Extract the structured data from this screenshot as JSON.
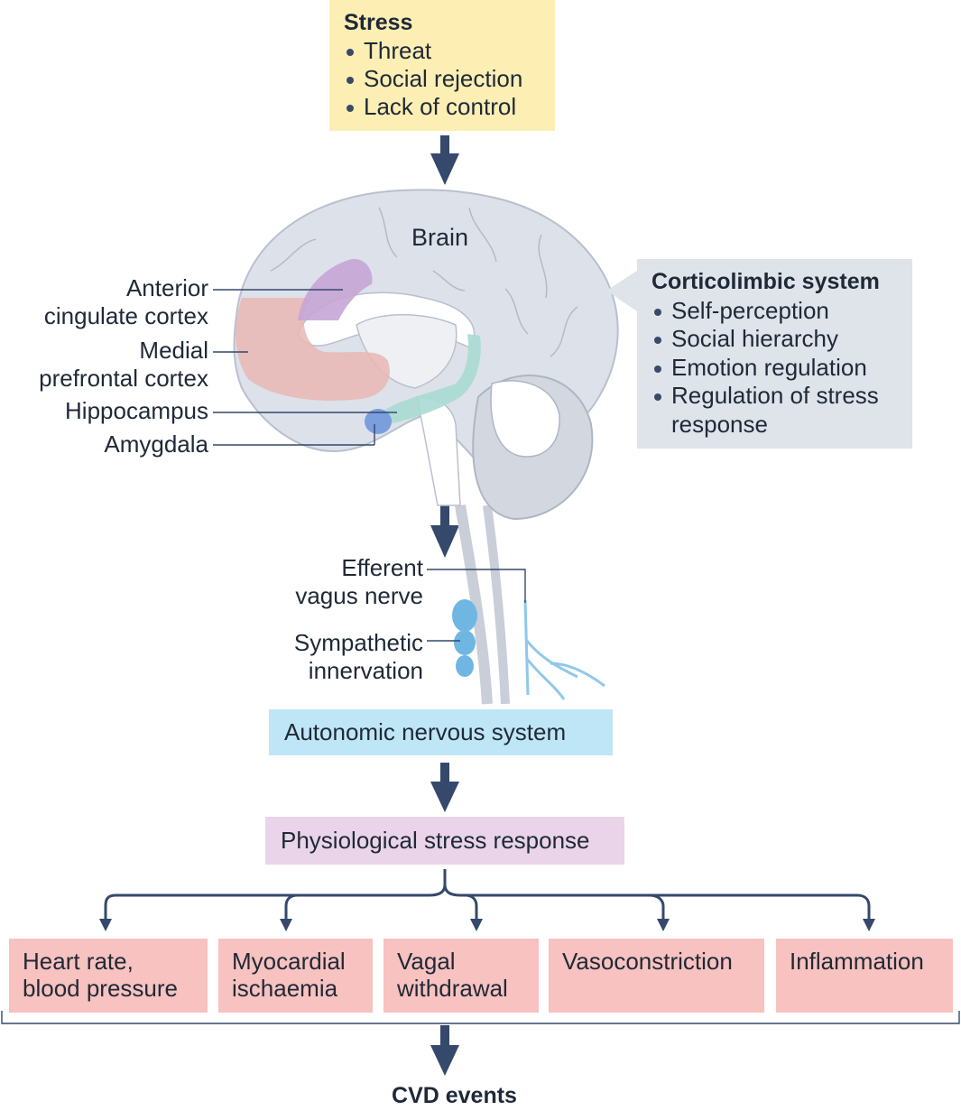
{
  "stress": {
    "title": "Stress",
    "items": [
      "Threat",
      "Social rejection",
      "Lack of control"
    ]
  },
  "brain_label": "Brain",
  "regions": {
    "acc": [
      "Anterior",
      "cingulate cortex"
    ],
    "mpfc": [
      "Medial",
      "prefrontal cortex"
    ],
    "hippocampus": "Hippocampus",
    "amygdala": "Amygdala"
  },
  "corticolimbic": {
    "title": "Corticolimbic system",
    "items": [
      "Self-perception",
      "Social hierarchy",
      "Emotion regulation",
      "Regulation of stress",
      "response"
    ]
  },
  "nerves": {
    "vagus": [
      "Efferent",
      "vagus nerve"
    ],
    "sympathetic": [
      "Sympathetic",
      "innervation"
    ]
  },
  "ans": "Autonomic nervous system",
  "physiological": "Physiological stress response",
  "outcomes": [
    [
      "Heart rate,",
      "blood pressure"
    ],
    [
      "Myocardial",
      "ischaemia"
    ],
    [
      "Vagal",
      "withdrawal"
    ],
    [
      "Vasoconstriction",
      ""
    ],
    [
      "Inflammation",
      ""
    ]
  ],
  "cvd": "CVD events",
  "colors": {
    "stress": "#fdeeb4",
    "corticolimbic": "#dfe3ea",
    "ans": "#bfe6f7",
    "physiological": "#ead4ea",
    "outcome": "#f7c2bf",
    "arrow": "#34496b"
  }
}
